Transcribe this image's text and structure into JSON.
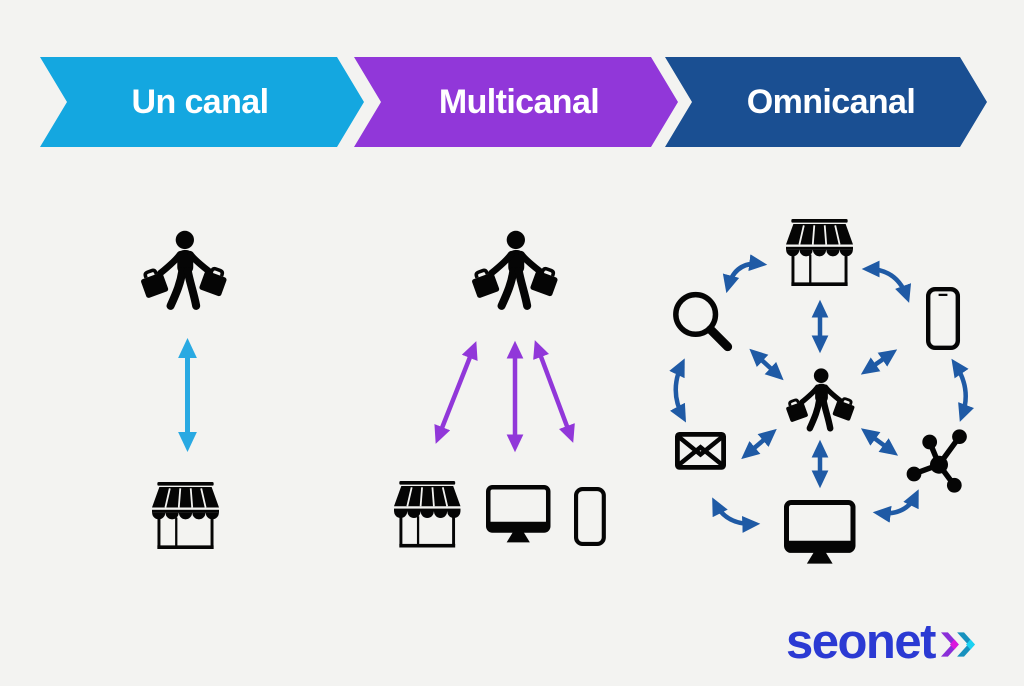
{
  "background_color": "#f3f3f1",
  "banners": [
    {
      "label": "Un canal",
      "color": "#14a7e0"
    },
    {
      "label": "Multicanal",
      "color": "#9137d9"
    },
    {
      "label": "Omnicanal",
      "color": "#1a4f92"
    }
  ],
  "columns": [
    {
      "name": "un-canal",
      "nodes": [
        "shopper",
        "storefront"
      ],
      "arrow_color": "#29a9e2",
      "connections": [
        "shopper <-> storefront"
      ]
    },
    {
      "name": "multicanal",
      "nodes": [
        "shopper",
        "storefront",
        "desktop-monitor",
        "smartphone"
      ],
      "arrow_color": "#9137d9",
      "connections": [
        "shopper <-> storefront",
        "shopper <-> desktop-monitor",
        "shopper <-> smartphone"
      ]
    },
    {
      "name": "omnicanal",
      "hub": "shopper",
      "nodes": [
        "storefront",
        "smartphone",
        "network",
        "desktop-monitor",
        "envelope",
        "magnifier"
      ],
      "arrow_color": "#1f5aa5",
      "connections": [
        "shopper <-> storefront",
        "shopper <-> smartphone",
        "shopper <-> network",
        "shopper <-> desktop-monitor",
        "shopper <-> envelope",
        "shopper <-> magnifier",
        "magnifier <-> storefront",
        "storefront <-> smartphone",
        "smartphone <-> network",
        "network <-> desktop-monitor",
        "desktop-monitor <-> envelope",
        "envelope <-> magnifier"
      ]
    }
  ],
  "icon_color": "#050505",
  "logo": {
    "text": "seonet",
    "text_color": "#2b3ad3",
    "chevron1_color": "#8a2ed8",
    "chevron1_diamond": "#db16dd",
    "chevron2_color": "#1791be",
    "chevron2_diamond": "#1bd2f2"
  }
}
